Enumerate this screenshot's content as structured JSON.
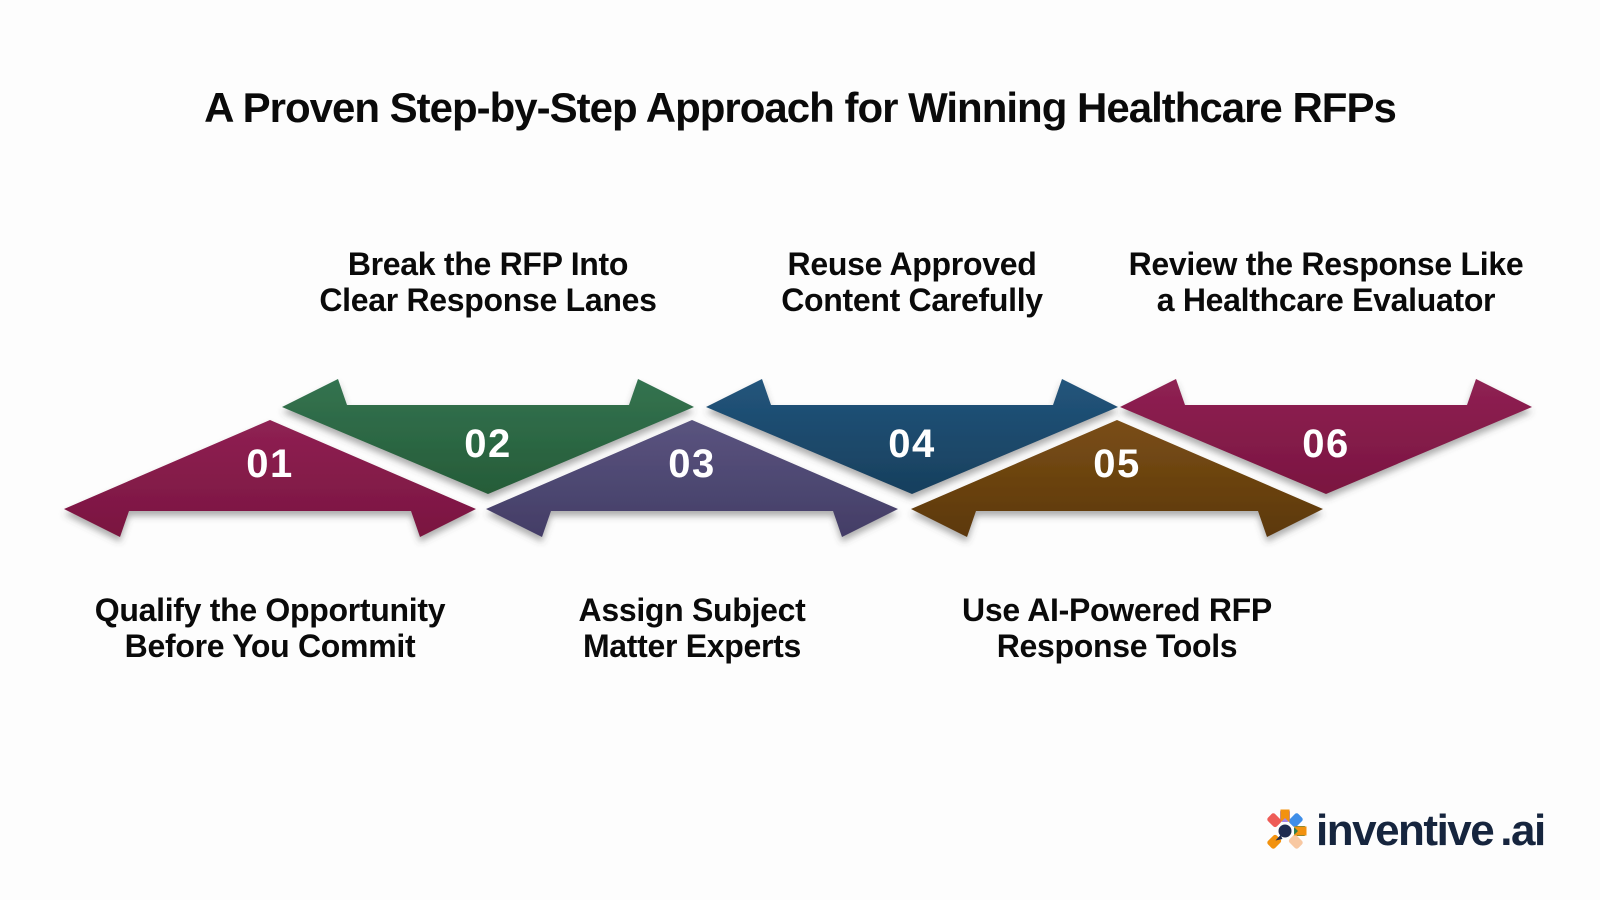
{
  "title": "A Proven Step-by-Step Approach for Winning Healthcare RFPs",
  "steps": [
    {
      "number": "01",
      "label": "Qualify the Opportunity\nBefore You Commit",
      "label_position": "bottom",
      "color_light": "#8f2153",
      "color_dark": "#7a1540"
    },
    {
      "number": "02",
      "label": "Break the RFP Into\nClear Response Lanes",
      "label_position": "top",
      "color_light": "#337350",
      "color_dark": "#265c38"
    },
    {
      "number": "03",
      "label": "Assign Subject\nMatter Experts",
      "label_position": "bottom",
      "color_light": "#5a547f",
      "color_dark": "#433d66"
    },
    {
      "number": "04",
      "label": "Reuse Approved\nContent Carefully",
      "label_position": "top",
      "color_light": "#22557c",
      "color_dark": "#173f5d"
    },
    {
      "number": "05",
      "label": "Use AI-Powered RFP\nResponse Tools",
      "label_position": "bottom",
      "color_light": "#7a4e16",
      "color_dark": "#5c380a"
    },
    {
      "number": "06",
      "label": "Review the Response Like\na Healthcare Evaluator",
      "label_position": "top",
      "color_light": "#8f2153",
      "color_dark": "#7a1540"
    }
  ],
  "text_color": "#0a0a0a",
  "number_color": "#ffffff",
  "background_color": "#fdfdfd",
  "logo": {
    "text": "inventive",
    "suffix": ".ai",
    "text_color": "#16253e",
    "mark_colors": {
      "north": "#a687ea",
      "northeast": "#3f8ee8",
      "east": "#2e7d4d",
      "southeast": "#f8c8a2",
      "south": "#f2920f",
      "southwest": "#f2920f",
      "west": "#f2920f",
      "northwest": "#ee5c57",
      "center": "#1e2b50"
    }
  }
}
